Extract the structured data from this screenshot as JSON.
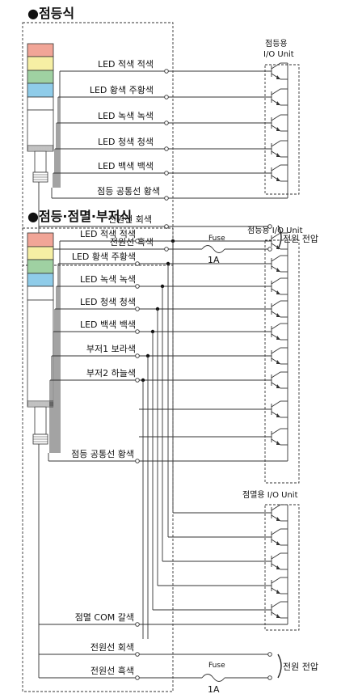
{
  "section1": {
    "title": "●점등식",
    "io_unit_line1": "점등용",
    "io_unit_line2": "I/O Unit",
    "wires": [
      "LED 적색  적색",
      "LED 황색  주황색",
      "LED 녹색  녹색",
      "LED 청색  청색",
      "LED 백색  백색",
      "점등 공통선  황색",
      "전원선  회색",
      "전원선  흑색"
    ],
    "fuse_label": "Fuse",
    "fuse_rating": "1A",
    "power_label": "전원 전압"
  },
  "section2": {
    "title": "●점등·점멸·부저식",
    "io_unit_top": "점등용  I/O Unit",
    "io_unit_bottom": "점멸용  I/O Unit",
    "wires": [
      "LED 적색  적색",
      "LED 황색  주황색",
      "LED 녹색  녹색",
      "LED 청색  청색",
      "LED 백색  백색",
      "부저1  보라색",
      "부저2  하늘색",
      "점등 공통선  황색",
      "점멸 COM  갈색",
      "전원선  회색",
      "전원선  흑색"
    ],
    "fuse_label": "Fuse",
    "fuse_rating": "1A",
    "power_label": "전원 전압"
  },
  "lamp_colors": [
    "#f1a597",
    "#f6efa4",
    "#9fd1a2",
    "#8fcce9",
    "#ffffff",
    "#ffffff"
  ]
}
